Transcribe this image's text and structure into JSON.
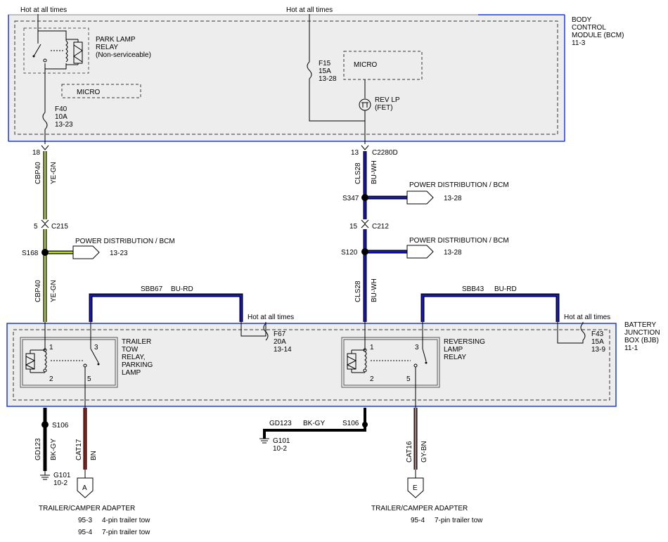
{
  "bcm": {
    "name_line1": "BODY",
    "name_line2": "CONTROL",
    "name_line3": "MODULE (BCM)",
    "ref": "11-3",
    "hot_left": "Hot at all times",
    "hot_right": "Hot at all times",
    "relay_line1": "PARK LAMP",
    "relay_line2": "RELAY",
    "relay_line3": "(Non-serviceable)",
    "micro_left": "MICRO",
    "micro_right": "MICRO",
    "fuse_left_id": "F40",
    "fuse_left_amp": "10A",
    "fuse_left_ref": "13-23",
    "fuse_right_id": "F15",
    "fuse_right_amp": "15A",
    "fuse_right_ref": "13-28",
    "fet_line1": "REV LP",
    "fet_line2": "(FET)"
  },
  "left_circuit": {
    "pin_bcm": "18",
    "wire_top_circuit": "CBP40",
    "wire_top_color": "YE-GN",
    "conn_pin": "5",
    "conn_name": "C215",
    "splice": "S168",
    "pd_label": "POWER DISTRIBUTION / BCM",
    "pd_ref": "13-23",
    "wire_bottom_circuit": "CBP40",
    "wire_bottom_color": "YE-GN"
  },
  "right_circuit": {
    "pin_bcm": "13",
    "conn_bcm": "C2280D",
    "wire_top_circuit": "CLS28",
    "wire_top_color": "BU-WH",
    "splice_top": "S347",
    "pd_top_label": "POWER DISTRIBUTION / BCM",
    "pd_top_ref": "13-28",
    "conn_pin": "15",
    "conn_name": "C212",
    "splice": "S120",
    "pd_label": "POWER DISTRIBUTION / BCM",
    "pd_ref": "13-28",
    "wire_bottom_circuit": "CLS28",
    "wire_bottom_color": "BU-WH"
  },
  "bjb_feeds": {
    "left_circuit": "SBB67",
    "left_color": "BU-RD",
    "right_circuit": "SBB43",
    "right_color": "BU-RD"
  },
  "bjb": {
    "name_line1": "BATTERY",
    "name_line2": "JUNCTION",
    "name_line3": "BOX (BJB)",
    "ref": "11-1",
    "hot_mid": "Hot at all times",
    "hot_right": "Hot at all times",
    "fuse_mid_id": "F67",
    "fuse_mid_amp": "20A",
    "fuse_mid_ref": "13-14",
    "fuse_right_id": "F43",
    "fuse_right_amp": "15A",
    "fuse_right_ref": "13-9",
    "relay_left_line1": "TRAILER",
    "relay_left_line2": "TOW",
    "relay_left_line3": "RELAY,",
    "relay_left_line4": "PARKING",
    "relay_left_line5": "LAMP",
    "relay_right_line1": "REVERSING",
    "relay_right_line2": "LAMP",
    "relay_right_line3": "RELAY",
    "pin1": "1",
    "pin2": "2",
    "pin3": "3",
    "pin5": "5"
  },
  "ground_left": {
    "splice": "S106",
    "circuit": "GD123",
    "color": "BK-GY",
    "ground": "G101",
    "ref": "10-2"
  },
  "ground_mid": {
    "circuit": "GD123",
    "color": "BK-GY",
    "splice": "S106",
    "ground": "G101",
    "ref": "10-2"
  },
  "output_left": {
    "circuit": "CAT17",
    "color": "BN",
    "connector": "A",
    "title": "TRAILER/CAMPER ADAPTER",
    "ref1": "95-3",
    "desc1": "4-pin trailer tow",
    "ref2": "95-4",
    "desc2": "7-pin trailer tow"
  },
  "output_right": {
    "circuit": "CAT16",
    "color": "GY-BN",
    "connector": "E",
    "title": "TRAILER/CAMPER ADAPTER",
    "ref1": "95-4",
    "desc1": "7-pin trailer tow"
  },
  "colors": {
    "module_fill": "#ededed",
    "module_border": "#1e3bd8",
    "wire_yellow_green": "#b7d832",
    "wire_blue": "#1616c8",
    "wire_brown": "#a8201a",
    "wire_gray_brown": "#9e7a74",
    "wire_black": "#000000"
  }
}
